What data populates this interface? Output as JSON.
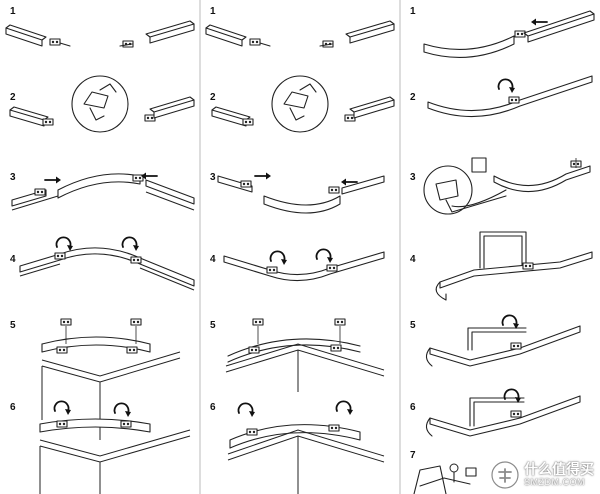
{
  "columns": [
    {
      "steps": [
        "1",
        "2",
        "3",
        "4",
        "5",
        "6"
      ]
    },
    {
      "steps": [
        "1",
        "2",
        "3",
        "4",
        "5",
        "6"
      ]
    },
    {
      "steps": [
        "1",
        "2",
        "3",
        "4",
        "5",
        "6",
        "7"
      ]
    }
  ],
  "watermark": {
    "text_cn": "什么值得买",
    "text_en": "SMZDM.COM"
  }
}
